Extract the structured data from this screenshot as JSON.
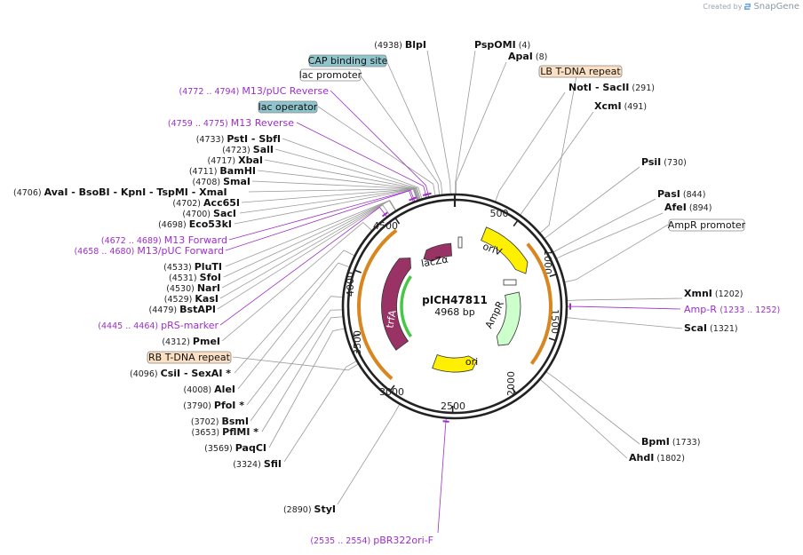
{
  "credit": {
    "prefix": "Created by",
    "brand": "SnapGene"
  },
  "plasmid": {
    "name": "pICH47811",
    "length": "4968 bp"
  },
  "ticks": [
    "500",
    "1000",
    "1500",
    "2000",
    "2500",
    "3000",
    "3500",
    "4000",
    "4500"
  ],
  "sites": [
    {
      "id": "blpi",
      "name": "BlpI",
      "pos": "(4938)"
    },
    {
      "id": "pspomi",
      "name": "PspOMI",
      "pos": "(4)"
    },
    {
      "id": "apai",
      "name": "ApaI",
      "pos": "(8)"
    },
    {
      "id": "noti",
      "name": "NotI",
      "name2": "SacII",
      "pos": "(291)"
    },
    {
      "id": "xcmi",
      "name": "XcmI",
      "pos": "(491)"
    },
    {
      "id": "psii",
      "name": "PsiI",
      "pos": "(730)"
    },
    {
      "id": "pasi",
      "name": "PasI",
      "pos": "(844)"
    },
    {
      "id": "afei",
      "name": "AfeI",
      "pos": "(894)"
    },
    {
      "id": "xmni",
      "name": "XmnI",
      "pos": "(1202)"
    },
    {
      "id": "scai",
      "name": "ScaI",
      "pos": "(1321)"
    },
    {
      "id": "bpmi",
      "name": "BpmI",
      "pos": "(1733)"
    },
    {
      "id": "ahdi",
      "name": "AhdI",
      "pos": "(1802)"
    },
    {
      "id": "styi",
      "name": "StyI",
      "pos": "(2890)"
    },
    {
      "id": "sfii",
      "name": "SfiI",
      "pos": "(3324)"
    },
    {
      "id": "paqci",
      "name": "PaqCI",
      "pos": "(3569)"
    },
    {
      "id": "pflmi",
      "name": "PflMI *",
      "pos": "(3653)"
    },
    {
      "id": "bsmi",
      "name": "BsmI",
      "pos": "(3702)"
    },
    {
      "id": "pfoi",
      "name": "PfoI *",
      "pos": "(3790)"
    },
    {
      "id": "alei",
      "name": "AleI",
      "pos": "(4008)"
    },
    {
      "id": "csii",
      "name": "CsiI",
      "name2": "SexAI *",
      "pos": "(4096)"
    },
    {
      "id": "pmei",
      "name": "PmeI",
      "pos": "(4312)"
    },
    {
      "id": "bstapi",
      "name": "BstAPI",
      "pos": "(4479)"
    },
    {
      "id": "kasi",
      "name": "KasI",
      "pos": "(4529)"
    },
    {
      "id": "nari",
      "name": "NarI",
      "pos": "(4530)"
    },
    {
      "id": "sfoi",
      "name": "SfoI",
      "pos": "(4531)"
    },
    {
      "id": "pluti",
      "name": "PluTI",
      "pos": "(4533)"
    },
    {
      "id": "eco53ki",
      "name": "Eco53kI",
      "pos": "(4698)"
    },
    {
      "id": "saci",
      "name": "SacI",
      "pos": "(4700)"
    },
    {
      "id": "acc65i",
      "name": "Acc65I",
      "pos": "(4702)"
    },
    {
      "id": "avai",
      "pos": "(4706)",
      "names": [
        "AvaI",
        "BsoBI",
        "KpnI",
        "TspMI",
        "XmaI"
      ]
    },
    {
      "id": "smai",
      "name": "SmaI",
      "pos": "(4708)"
    },
    {
      "id": "bamhi",
      "name": "BamHI",
      "pos": "(4711)"
    },
    {
      "id": "xbai",
      "name": "XbaI",
      "pos": "(4717)"
    },
    {
      "id": "sali",
      "name": "SalI",
      "pos": "(4723)"
    },
    {
      "id": "psti",
      "name": "PstI",
      "name2": "SbfI",
      "pos": "(4733)"
    }
  ],
  "primers": [
    {
      "id": "m13puc-rev",
      "name": "M13/pUC Reverse",
      "range": "(4772 .. 4794)"
    },
    {
      "id": "m13-rev",
      "name": "M13 Reverse",
      "range": "(4759 .. 4775)"
    },
    {
      "id": "m13-fwd",
      "name": "M13 Forward",
      "range": "(4672 .. 4689)"
    },
    {
      "id": "m13puc-fwd",
      "name": "M13/pUC Forward",
      "range": "(4658 .. 4680)"
    },
    {
      "id": "prs-marker",
      "name": "pRS-marker",
      "range": "(4445 .. 4464)"
    },
    {
      "id": "amp-r",
      "name": "Amp-R",
      "range": "(1233 .. 1252)"
    },
    {
      "id": "pbr322ori-f",
      "name": "pBR322ori-F",
      "range": "(2535 .. 2554)"
    }
  ],
  "feature_labels": [
    {
      "id": "cap",
      "text": "CAP binding site",
      "color": "#8fc4cc"
    },
    {
      "id": "lacprom",
      "text": "lac promoter",
      "color": "#ffffff"
    },
    {
      "id": "lacop",
      "text": "lac operator",
      "color": "#8fc4cc"
    },
    {
      "id": "lbtdna",
      "text": "LB T-DNA repeat",
      "color": "#fbe0c4"
    },
    {
      "id": "ampprom",
      "text": "AmpR promoter",
      "color": "#ffffff"
    },
    {
      "id": "rbtdna",
      "text": "RB T-DNA repeat",
      "color": "#fbe0c4"
    }
  ],
  "features": [
    {
      "id": "oriv",
      "label": "oriV",
      "color": "#ffef00"
    },
    {
      "id": "ampr",
      "label": "AmpR",
      "color": "#ccffcc"
    },
    {
      "id": "ori",
      "label": "ori",
      "color": "#ffef00"
    },
    {
      "id": "trfa",
      "label": "trfA",
      "color": "#993366"
    },
    {
      "id": "laczalpha",
      "label": "lacZα",
      "color": "#993366"
    }
  ],
  "colors": {
    "primer": "#9b2fc8",
    "enzyme_line": "#9a9a9a",
    "tdna": "#d8861f",
    "backbone": "#222222"
  }
}
